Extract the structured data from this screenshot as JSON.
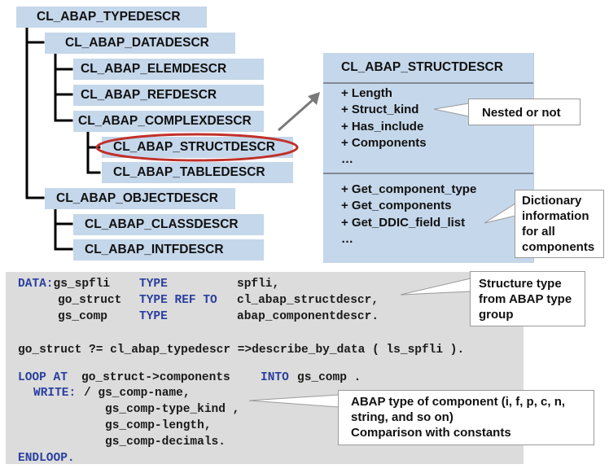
{
  "hierarchy": {
    "root": "CL_ABAP_TYPEDESCR",
    "datadescr": "CL_ABAP_DATADESCR",
    "elemdescr": "CL_ABAP_ELEMDESCR",
    "refdescr": "CL_ABAP_REFDESCR",
    "complexdescr": "CL_ABAP_COMPLEXDESCR",
    "structdescr": "CL_ABAP_STRUCTDESCR",
    "tabledescr": "CL_ABAP_TABLEDESCR",
    "objectdescr": "CL_ABAP_OBJECTDESCR",
    "classdescr": "CL_ABAP_CLASSDESCR",
    "intfdescr": "CL_ABAP_INTFDESCR",
    "highlighted": "CL_ABAP_STRUCTDESCR",
    "highlight_color": "#c0302a"
  },
  "uml_class": {
    "title": "CL_ABAP_STRUCTDESCR",
    "attributes": [
      "+ Length",
      "+ Struct_kind",
      "+ Has_include",
      "+ Components",
      "…"
    ],
    "methods": [
      "+ Get_component_type",
      "+ Get_components",
      "+ Get_DDIC_field_list",
      "…"
    ]
  },
  "callouts": {
    "nested": "Nested or not",
    "dictionary": [
      "Dictionary",
      "information",
      "for all",
      "components"
    ],
    "structure_type": [
      "Structure type",
      "from ABAP type",
      "group"
    ],
    "abap_type": [
      "ABAP type of component (i, f, p, c, n,",
      "string, and so on)",
      "Comparison with constants"
    ]
  },
  "code": {
    "line1": {
      "kw": "DATA:",
      "var": "gs_spfli",
      "kw2": "TYPE",
      "type": "spfli,"
    },
    "line2": {
      "var": "go_struct",
      "kw2": "TYPE REF TO",
      "type": "cl_abap_structdescr,"
    },
    "line3": {
      "var": "gs_comp",
      "kw2": "TYPE",
      "type": "abap_componentdescr."
    },
    "line4": "go_struct ?= cl_abap_typedescr =>describe_by_data ( ls_spfli ).",
    "line5": {
      "kw": "LOOP AT",
      "mid": "go_struct->components",
      "kw2": "INTO",
      "end": "gs_comp ."
    },
    "line6": {
      "kw": "WRITE:",
      "end": "/ gs_comp-name,"
    },
    "line7": "gs_comp-type_kind ,",
    "line8": "gs_comp-length,",
    "line9": "gs_comp-decimals.",
    "line10": "ENDLOOP."
  },
  "colors": {
    "node_fill": "#c5d7ea",
    "code_bg": "#dcdcdc",
    "keyword": "#2a3f9e",
    "ellipse": "#c0302a",
    "arrow": "#7a7a7a"
  }
}
